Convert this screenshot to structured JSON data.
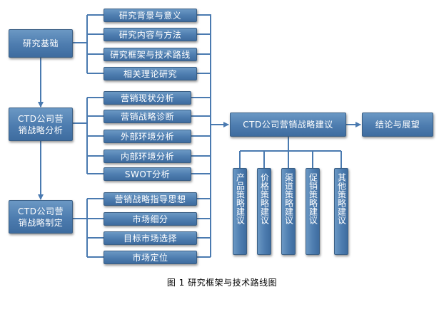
{
  "left_column": {
    "research_basis": "研究基础",
    "status_analysis": "CTD公司营销战略分析",
    "strategy_formulation": "CTD公司营销战略制定"
  },
  "group_basis": [
    "研究背景与意义",
    "研究内容与方法",
    "研究框架与技术路线",
    "相关理论研究"
  ],
  "group_analysis": [
    "营销现状分析",
    "营销战略诊断",
    "外部环境分析",
    "内部环境分析",
    "SWOT分析"
  ],
  "group_formulation": [
    "营销战略指导思想",
    "市场细分",
    "目标市场选择",
    "市场定位"
  ],
  "center_node": "CTD公司营销战略建议",
  "right_node": "结论与展望",
  "suggestions": [
    "产品策略建议",
    "价格策略建议",
    "渠道策略建议",
    "促销策略建议",
    "其他策略建议"
  ],
  "caption": "图 1  研究框架与技术路线图",
  "colors": {
    "box_fill": "#4d7caf",
    "box_border": "#3a5f85",
    "box_text": "#ffffff",
    "connector": "#4a7ab0"
  }
}
